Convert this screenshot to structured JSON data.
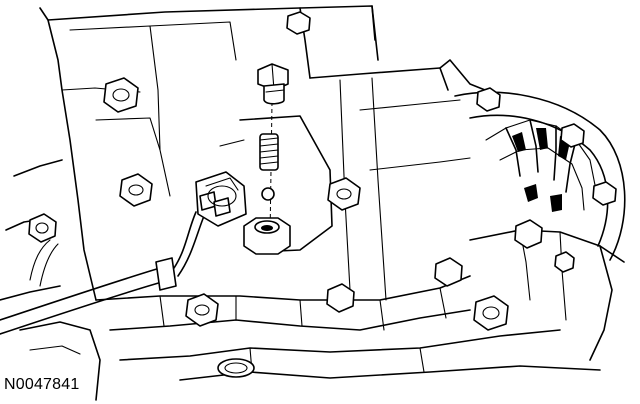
{
  "figure": {
    "reference_code": "N0047841"
  },
  "colors": {
    "ink": "#000000",
    "paper": "#ffffff"
  },
  "callouts": {
    "plug": "valve-plug",
    "spring": "valve-spring",
    "ball": "check-ball",
    "seat": "valve-bore"
  }
}
